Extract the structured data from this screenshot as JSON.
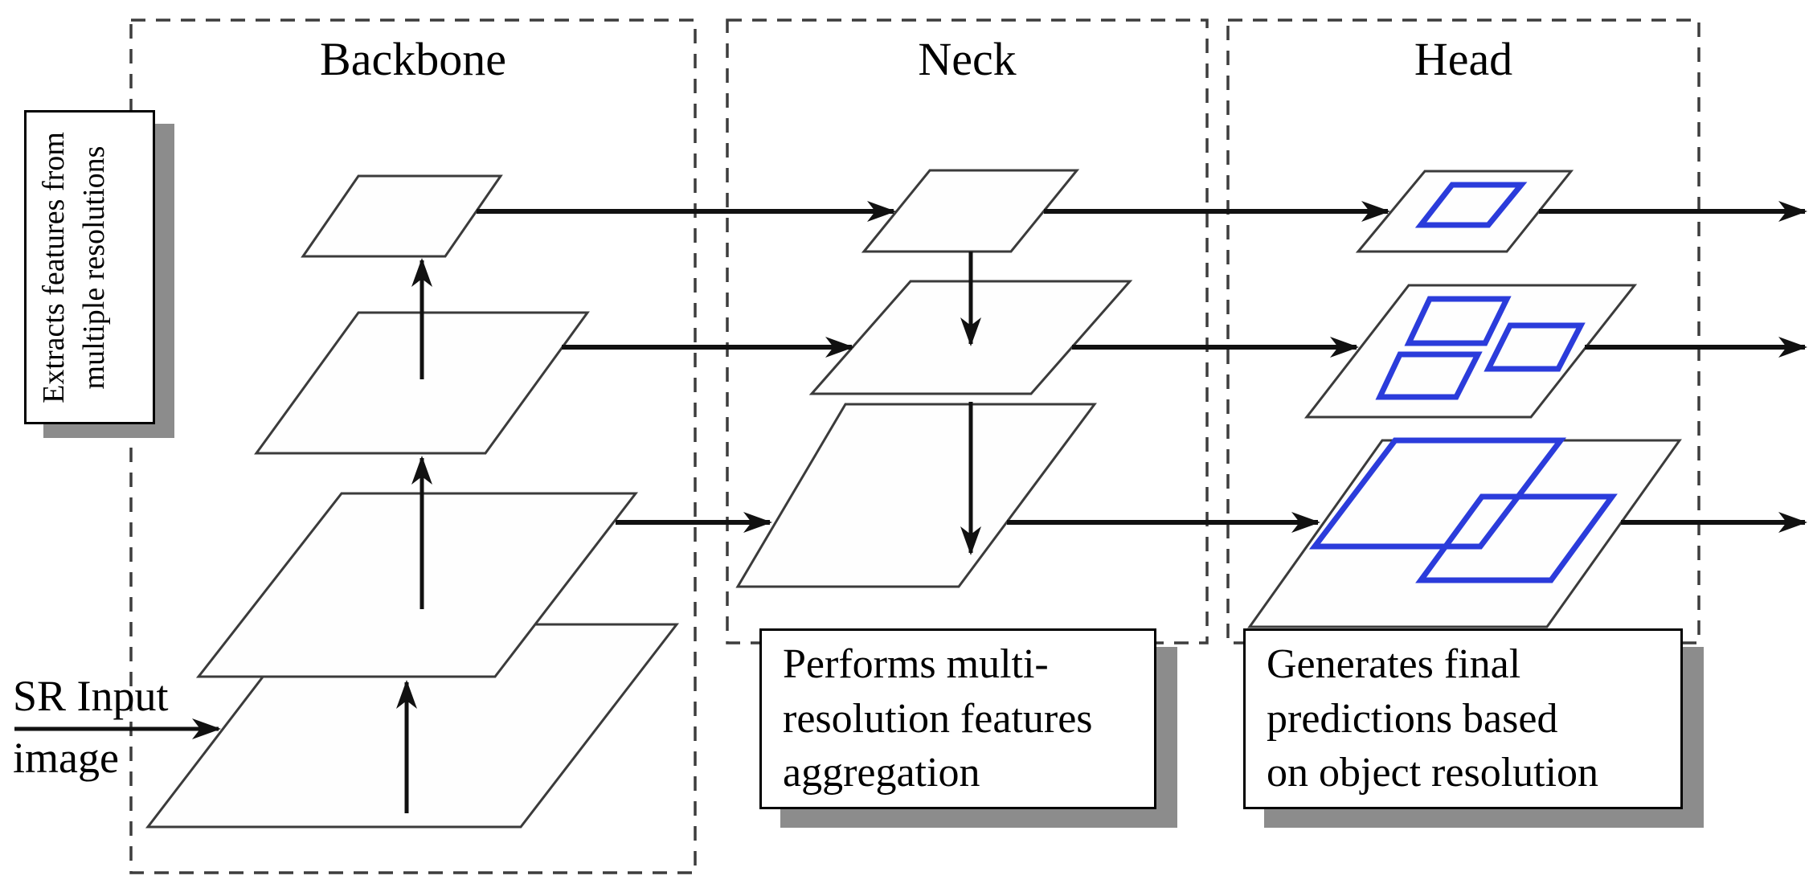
{
  "figure": {
    "input_label": "SR Input\nimage",
    "sections": [
      {
        "id": "backbone",
        "title": "Backbone",
        "note": "Extracts features from\nmultiple resolutions"
      },
      {
        "id": "neck",
        "title": "Neck",
        "note": "Performs multi-\nresolution features\naggregation"
      },
      {
        "id": "head",
        "title": "Head",
        "note": "Generates final\npredictions based\non object resolution"
      }
    ],
    "colors": {
      "prediction_outline": "#2b3cdb",
      "arrow": "#111111",
      "shape_outline": "#3b3b3b",
      "dashed_border": "#3d3d3d",
      "note_shadow": "#8c8c8c"
    }
  }
}
